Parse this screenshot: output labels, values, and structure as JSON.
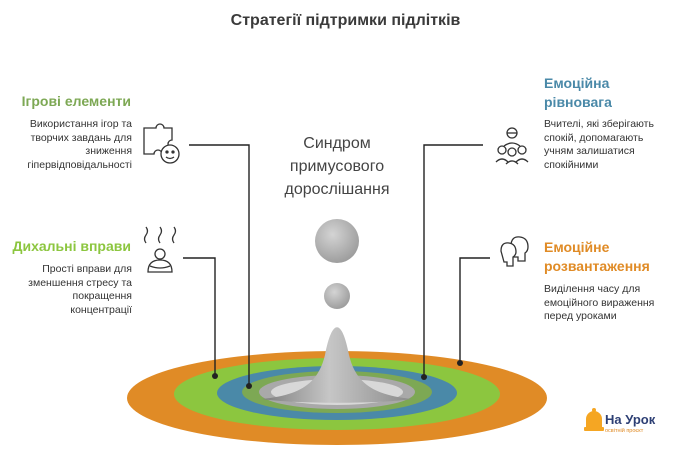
{
  "title": "Стратегії підтримки підлітків",
  "center_label": [
    "Синдром",
    "примусового",
    "дорослішання"
  ],
  "items": [
    {
      "heading": [
        "Ігрові елементи"
      ],
      "color": "#7da854",
      "desc": [
        "Використання ігор та",
        "творчих завдань для",
        "зниження",
        "гіпервідповідальності"
      ],
      "icon": "puzzle-face-icon"
    },
    {
      "heading": [
        "Дихальні вправи"
      ],
      "color": "#8cc63f",
      "desc": [
        "Прості вправи для",
        "зменшення стресу та",
        "покращення",
        "концентрації"
      ],
      "icon": "breathing-person-icon"
    },
    {
      "heading": [
        "Емоційна",
        "рівновага"
      ],
      "color": "#4a89a8",
      "desc": [
        "Вчителі, які зберігають",
        "спокій, допомагають",
        "учням залишатися",
        "спокійними"
      ],
      "icon": "teacher-students-icon"
    },
    {
      "heading": [
        "Емоційне",
        "розвантаження"
      ],
      "color": "#e08b26",
      "desc": [
        "Виділення часу для",
        "емоційного вираження",
        "перед уроками"
      ],
      "icon": "two-heads-icon"
    }
  ],
  "logo": {
    "name": "На Урок",
    "tagline": "освітній проєкт",
    "icon": "bell-icon",
    "color": "#f5a623"
  }
}
